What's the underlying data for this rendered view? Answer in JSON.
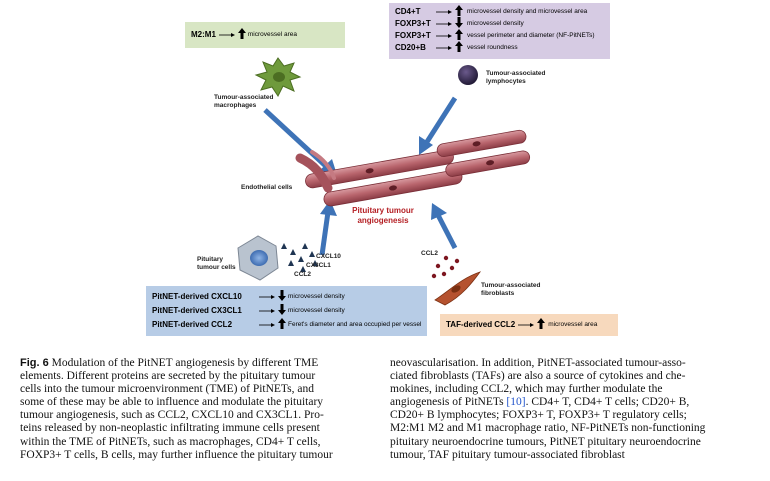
{
  "figure": {
    "boxes": {
      "macrophage": {
        "color": "#d8e6c4",
        "rows": [
          {
            "label": "M2:M1",
            "dir": "up",
            "effect": "microvessel area"
          }
        ]
      },
      "lymphocyte": {
        "color": "#d6cbe3",
        "rows": [
          {
            "label": "CD4+T",
            "dir": "up",
            "effect": "microvessel density and microvessel area"
          },
          {
            "label": "FOXP3+T",
            "dir": "down",
            "effect": "microvessel density"
          },
          {
            "label": "FOXP3+T",
            "dir": "up",
            "effect": "vessel perimeter and diameter (NF-PitNETs)"
          },
          {
            "label": "CD20+B",
            "dir": "up",
            "effect": "vessel roundness"
          }
        ]
      },
      "pitnet": {
        "color": "#b7cce6",
        "rows": [
          {
            "label": "PitNET-derived CXCL10",
            "dir": "down",
            "effect": "microvessel density"
          },
          {
            "label": "PitNET-derived CX3CL1",
            "dir": "down",
            "effect": "microvessel density"
          },
          {
            "label": "PitNET-derived CCL2",
            "dir": "up",
            "effect": "Feret's diameter and area occupied per vessel"
          }
        ]
      },
      "taf": {
        "color": "#f7d9bd",
        "rows": [
          {
            "label": "TAF-derived CCL2",
            "dir": "up",
            "effect": "microvessel area"
          }
        ]
      }
    },
    "labels": {
      "macrophages": "Tumour-associated macrophages",
      "lymphocytes": "Tumour-associated lymphocytes",
      "endothelial": "Endothelial cells",
      "angiogenesis": "Pituitary tumour angiogenesis",
      "pituitary_cells": "Pituitary tumour cells",
      "cxcl10": "CXCL10",
      "cx3cl1": "CX3CL1",
      "ccl2_tumour": "CCL2",
      "ccl2_taf": "CCL2",
      "fibroblasts": "Tumour-associated fibroblasts"
    },
    "colors": {
      "arrow": "#3e73b7",
      "vessel": "#b8646c",
      "angiogenesis_text": "#b52025",
      "macrophage": "#6f9a3c",
      "lymphocyte": "#3b2d55",
      "fibroblast": "#b5522f",
      "ccl2_dots": "#7d1620",
      "chemokine": "#1f3552"
    }
  },
  "caption": {
    "fig_label": "Fig. 6",
    "left": [
      "Modulation of the PitNET angiogenesis by different TME",
      "elements. Different proteins are secreted by the pituitary tumour",
      "cells into the tumour microenvironment (TME) of PitNETs, and",
      "some of these may be able to influence and modulate the pituitary",
      "tumour angiogenesis, such as CCL2, CXCL10 and CX3CL1. Pro-",
      "teins released by non-neoplastic infiltrating immune cells present",
      "within the TME of PitNETs, such as macrophages, CD4+ T cells,",
      "FOXP3+ T cells, B cells, may further influence the pituitary tumour"
    ],
    "right": [
      "neovascularisation. In addition, PitNET-associated tumour-asso-",
      "ciated fibroblasts (TAFs) are also a source of cytokines and che-",
      "mokines, including CCL2, which may further modulate the",
      "angiogenesis of PitNETs",
      "CD20+ B lymphocytes; FOXP3+ T, FOXP3+ T regulatory cells;",
      "M2:M1 M2 and M1 macrophage ratio, NF-PitNETs non-functioning",
      "pituitary neuroendocrine tumours, PitNET pituitary neuroendocrine",
      "tumour, TAF pituitary tumour-associated fibroblast"
    ],
    "cite": "[10]",
    "right_line4_tail": ". CD4+ T, CD4+ T cells; CD20+ B,"
  }
}
